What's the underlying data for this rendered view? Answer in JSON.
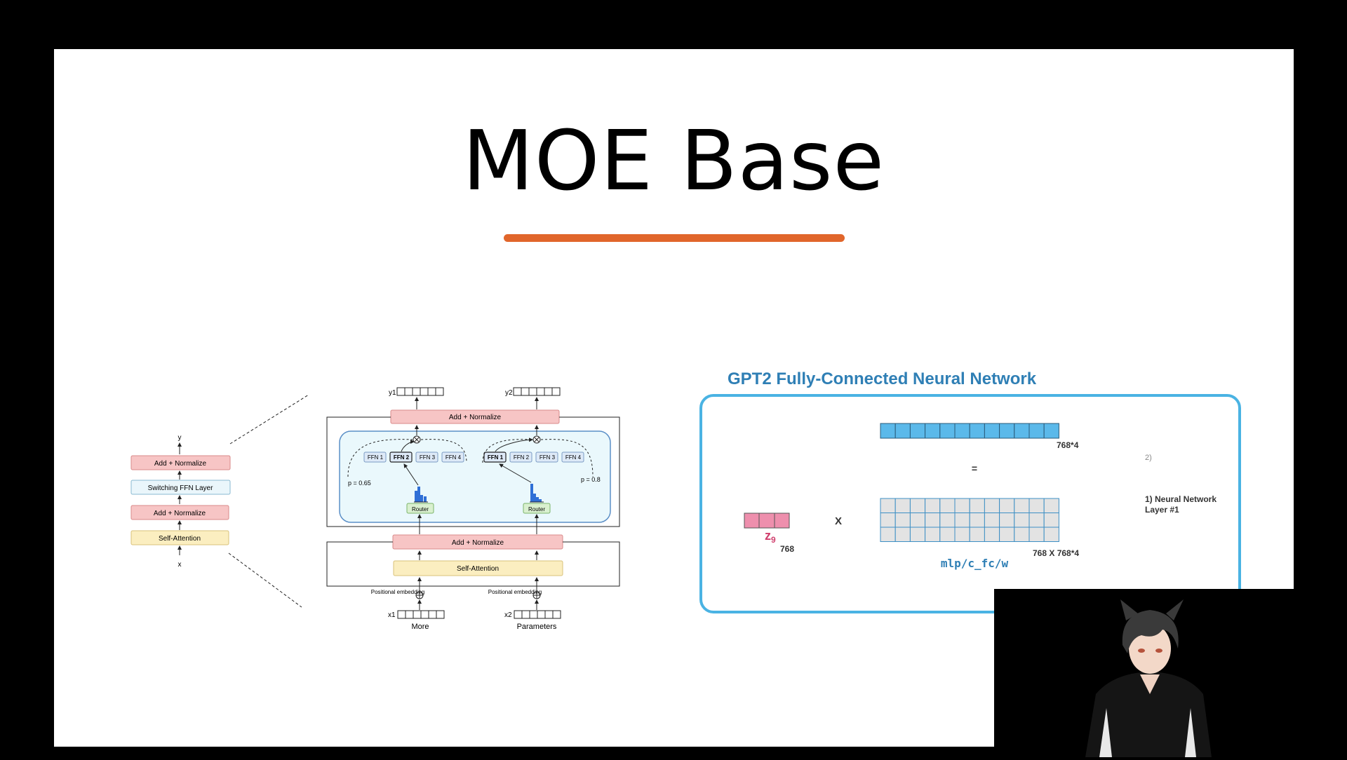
{
  "slide": {
    "title": "MOE Base",
    "accent_color": "#e1662b"
  },
  "moe_small": {
    "output": "y",
    "input": "x",
    "blocks": [
      "Add + Normalize",
      "Switching FFN Layer",
      "Add + Normalize",
      "Self-Attention"
    ]
  },
  "moe_detail": {
    "y1": "y1",
    "y2": "y2",
    "add_normalize_top": "Add + Normalize",
    "add_normalize_bottom": "Add + Normalize",
    "self_attention": "Self-Attention",
    "ffn_left": [
      "FFN 1",
      "FFN 2",
      "FFN 3",
      "FFN 4"
    ],
    "ffn_right": [
      "FFN 1",
      "FFN 2",
      "FFN 3",
      "FFN 4"
    ],
    "router": "Router",
    "p_left": "p = 0.65",
    "p_right": "p = 0.8",
    "positional_embedding": "Positional embedding",
    "x1": "x1",
    "x2": "x2",
    "word1": "More",
    "word2": "Parameters"
  },
  "gpt2": {
    "title": "GPT2 Fully-Connected Neural Network",
    "output_dim": "768*4",
    "equals": "=",
    "times": "X",
    "vector_label": "z9",
    "vector_dim": "768",
    "matrix_dim": "768 X 768*4",
    "matrix_name": "mlp/c_fc/w",
    "note_2": "2)",
    "note_1_line1": "1) Neural Network",
    "note_1_line2": "Layer #1",
    "border_color": "#4ab3e3",
    "title_color": "#2f7fb5"
  },
  "webcam": {
    "description_icon": "avatar-icon"
  }
}
